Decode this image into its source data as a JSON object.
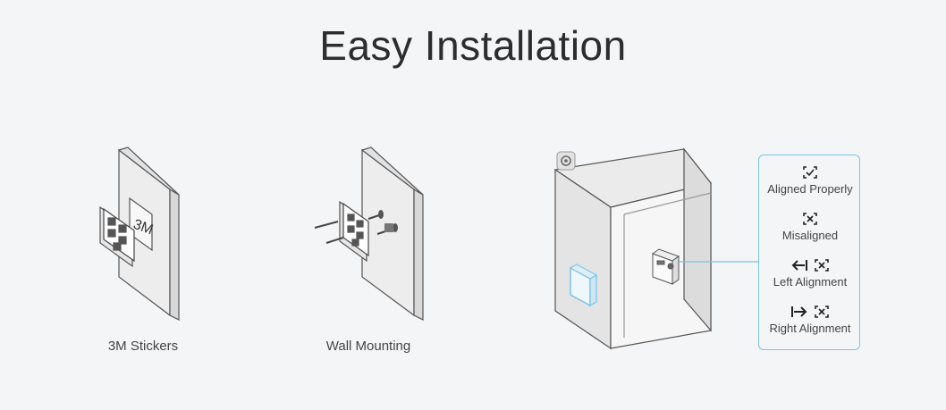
{
  "title": "Easy Installation",
  "methods": [
    {
      "label": "3M Stickers",
      "sticker_text": "3M"
    },
    {
      "label": "Wall Mounting"
    }
  ],
  "alignment": {
    "accent_color": "#7cc3e6",
    "items": [
      {
        "label": "Aligned Properly",
        "icon": "aligned-icon"
      },
      {
        "label": "Misaligned",
        "icon": "misaligned-icon"
      },
      {
        "label": "Left Alignment",
        "icon": "left-arrow-icon"
      },
      {
        "label": "Right Alignment",
        "icon": "right-arrow-icon"
      }
    ]
  }
}
